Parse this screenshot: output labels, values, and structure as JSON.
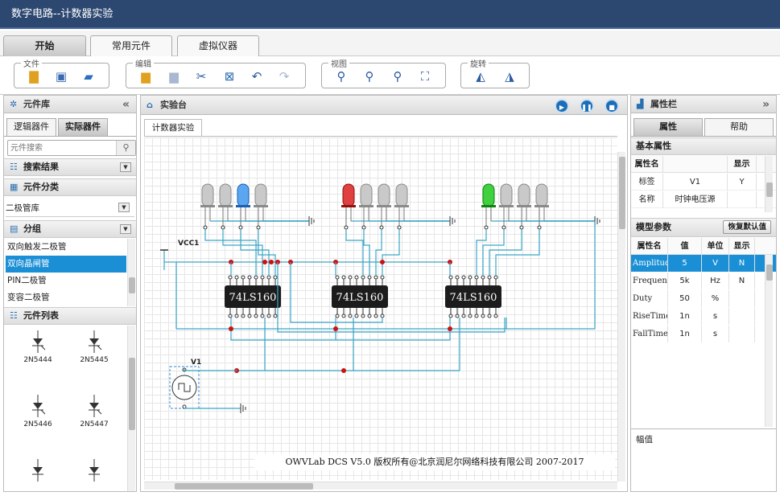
{
  "window": {
    "title": "数字电路--计数器实验"
  },
  "tabs": [
    {
      "label": "开始",
      "active": true
    },
    {
      "label": "常用元件",
      "active": false
    },
    {
      "label": "虚拟仪器",
      "active": false
    }
  ],
  "ribbon": {
    "groups": [
      {
        "label": "文件",
        "buttons": [
          "new-file-icon",
          "save-icon",
          "open-folder-icon"
        ]
      },
      {
        "label": "编辑",
        "buttons": [
          "paste-icon",
          "copy-icon",
          "cut-icon",
          "delete-icon",
          "undo-icon",
          "redo-icon"
        ]
      },
      {
        "label": "视图",
        "buttons": [
          "zoom-in-icon",
          "zoom-out-icon",
          "zoom-fit-icon",
          "fullscreen-icon"
        ]
      },
      {
        "label": "旋转",
        "buttons": [
          "rotate-left-icon",
          "rotate-right-icon"
        ]
      }
    ]
  },
  "left": {
    "title": "元件库",
    "subtabs": [
      {
        "label": "逻辑器件",
        "active": false
      },
      {
        "label": "实际器件",
        "active": true
      }
    ],
    "search_placeholder": "元件搜索",
    "search_results": "搜索结果",
    "category_title": "元件分类",
    "category_value": "二极管库",
    "group_title": "分组",
    "groups": [
      "双向触发二极管",
      "双向晶闸管",
      "PIN二极管",
      "变容二极管"
    ],
    "selected_group": "双向晶闸管",
    "list_title": "元件列表",
    "components": [
      "2N5444",
      "2N5445",
      "2N5446",
      "2N5447",
      "",
      ""
    ]
  },
  "center": {
    "title": "实验台",
    "doc_tab": "计数器实验",
    "labels": {
      "vcc": "VCC1",
      "vsrc": "V1",
      "chip": "74LS160"
    },
    "leds": [
      [
        "gray",
        "gray",
        "blue",
        "gray"
      ],
      [
        "red",
        "gray",
        "gray",
        "gray"
      ],
      [
        "green",
        "gray",
        "gray",
        "gray"
      ]
    ],
    "footer": "OWVLab DCS   V5.0 版权所有@北京润尼尔网络科技有限公司  2007-2017"
  },
  "right": {
    "title": "属性栏",
    "tabs": [
      {
        "label": "属性",
        "active": true
      },
      {
        "label": "帮助",
        "active": false
      }
    ],
    "basic_title": "基本属性",
    "basic_headers": [
      "属性名",
      "",
      "显示"
    ],
    "basic_rows": [
      {
        "name": "标签",
        "value": "V1",
        "show": "Y"
      },
      {
        "name": "名称",
        "value": "时钟电压源",
        "show": ""
      }
    ],
    "model_title": "模型参数",
    "reset_label": "恢复默认值",
    "model_headers": [
      "属性名",
      "值",
      "单位",
      "显示"
    ],
    "model_rows": [
      {
        "name": "Amplitude",
        "value": "5",
        "unit": "V",
        "show": "N"
      },
      {
        "name": "Frequency",
        "value": "5k",
        "unit": "Hz",
        "show": "N"
      },
      {
        "name": "Duty",
        "value": "50",
        "unit": "%",
        "show": ""
      },
      {
        "name": "RiseTime",
        "value": "1n",
        "unit": "s",
        "show": ""
      },
      {
        "name": "FallTime",
        "value": "1n",
        "unit": "s",
        "show": ""
      }
    ],
    "desc_label": "幅值"
  },
  "colors": {
    "titlebar": "#2c4770",
    "wire": "#3aa6c8",
    "node": "#cc1111",
    "selected": "#1b8fd6"
  }
}
